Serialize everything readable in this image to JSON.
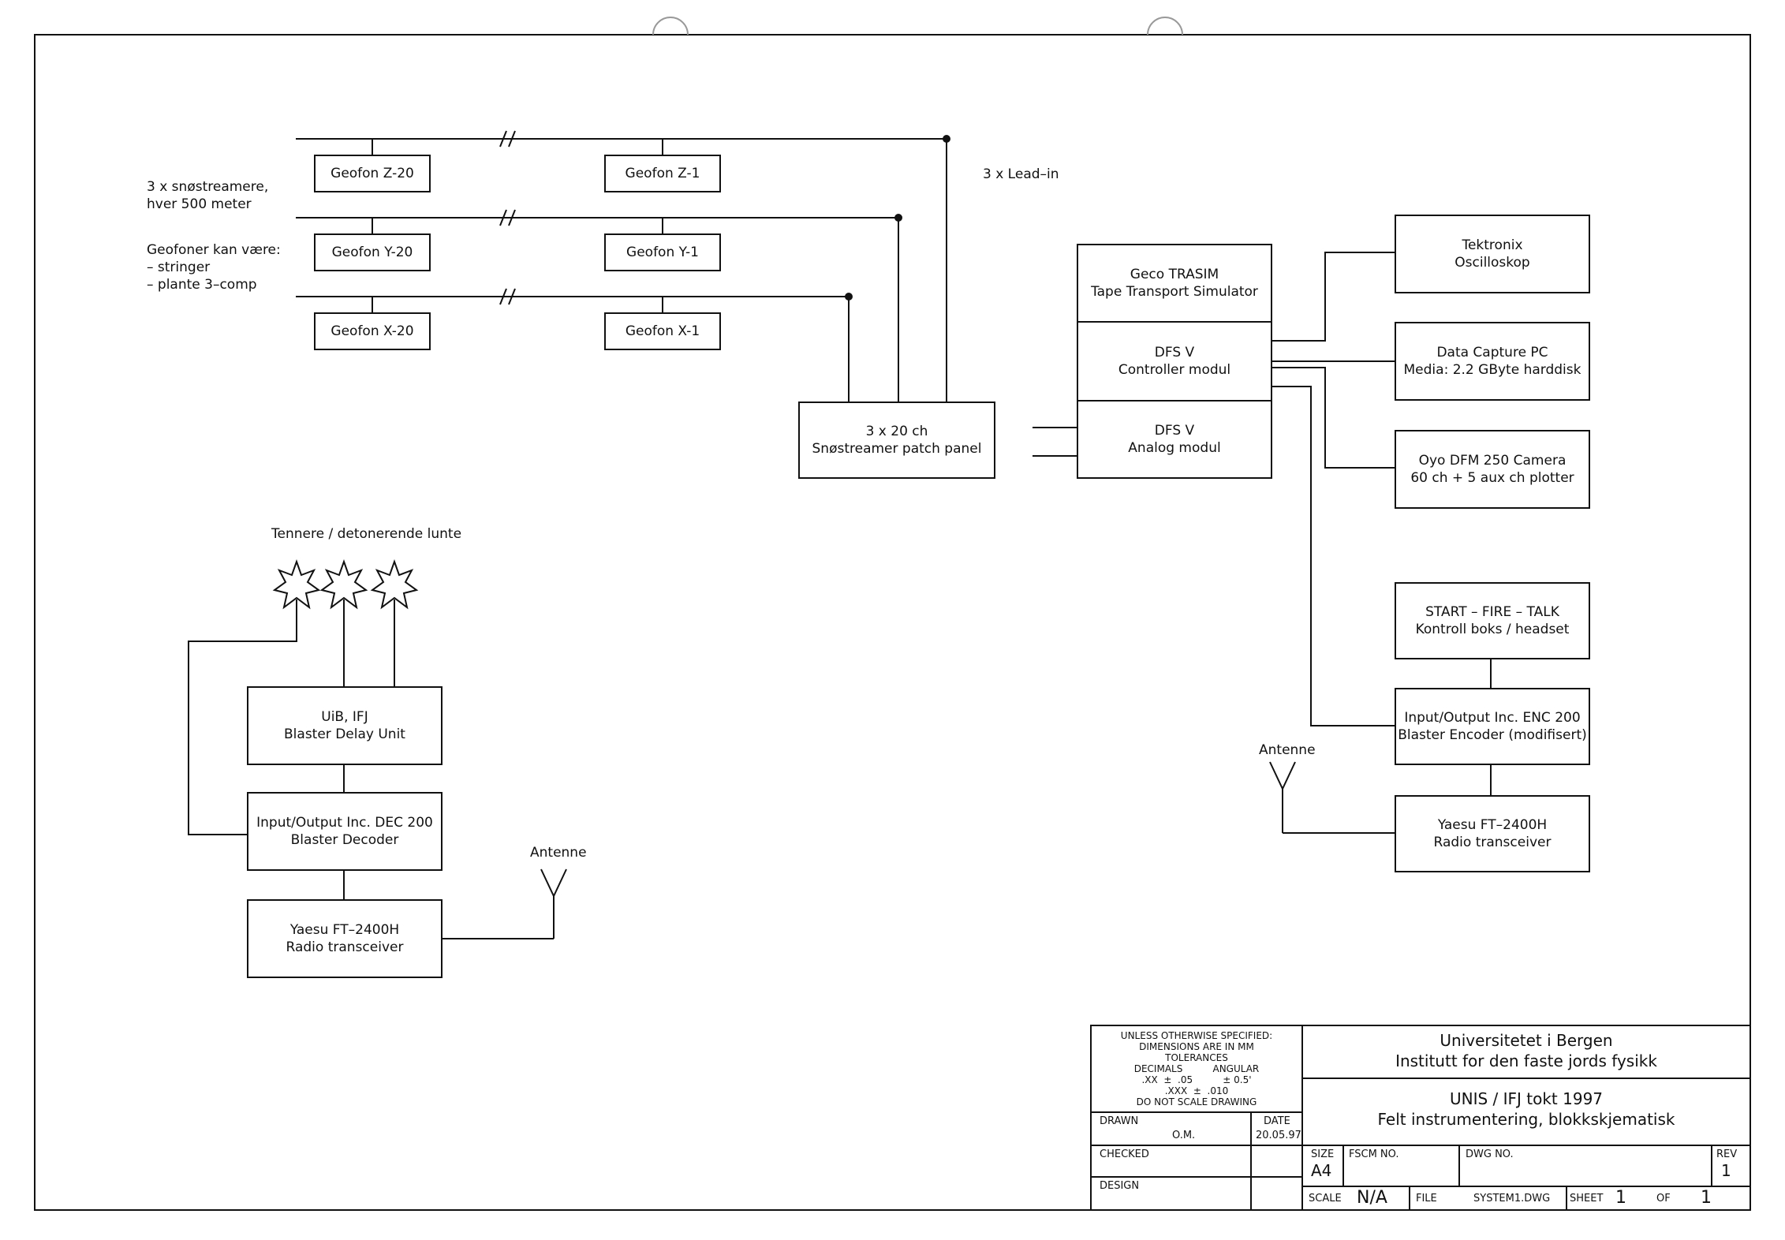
{
  "diagram": {
    "geophones": {
      "z20": "Geofon Z-20",
      "z1": "Geofon Z-1",
      "y20": "Geofon Y-20",
      "y1": "Geofon Y-1",
      "x20": "Geofon X-20",
      "x1": "Geofon X-1"
    },
    "notes": {
      "streamers_line1": "3 x snøstreamere,",
      "streamers_line2": "hver 500 meter",
      "geo_line1": "Geofoner kan være:",
      "geo_line2": "– stringer",
      "geo_line3": "– plante 3–comp",
      "leadin": "3 x Lead–in",
      "detonators": "Tennere / detonerende lunte",
      "antenna_left": "Antenne",
      "antenna_right": "Antenne"
    },
    "patch_panel": {
      "line1": "3 x 20 ch",
      "line2": "Snøstreamer patch panel"
    },
    "trasim": {
      "line1": "Geco TRASIM",
      "line2": "Tape Transport Simulator"
    },
    "controller": {
      "line1": "DFS V",
      "line2": "Controller modul"
    },
    "analog": {
      "line1": "DFS V",
      "line2": "Analog modul"
    },
    "tektronix": {
      "line1": "Tektronix",
      "line2": "Oscilloskop"
    },
    "datacapture": {
      "line1": "Data Capture PC",
      "line2": "Media: 2.2 GByte harddisk"
    },
    "oyo": {
      "line1": "Oyo DFM 250 Camera",
      "line2": "60 ch + 5 aux ch plotter"
    },
    "startfire": {
      "line1": "START  –  FIRE  –  TALK",
      "line2": "Kontroll boks / headset"
    },
    "encoder": {
      "line1": "Input/Output Inc. ENC 200",
      "line2": "Blaster Encoder (modifisert)"
    },
    "radio_right": {
      "line1": "Yaesu FT–2400H",
      "line2": "Radio transceiver"
    },
    "delay": {
      "line1": "UiB, IFJ",
      "line2": "Blaster Delay Unit"
    },
    "decoder": {
      "line1": "Input/Output Inc. DEC 200",
      "line2": "Blaster Decoder"
    },
    "radio_left": {
      "line1": "Yaesu FT–2400H",
      "line2": "Radio transceiver"
    }
  },
  "title_block": {
    "spec_lines": [
      "UNLESS OTHERWISE SPECIFIED:",
      "DIMENSIONS ARE IN MM",
      "TOLERANCES",
      "DECIMALS          ANGULAR",
      ".XX  ±  .05          ± 0.5'",
      ".XXX  ±  .010",
      "DO NOT SCALE DRAWING"
    ],
    "org_line1": "Universitetet i Bergen",
    "org_line2": "Institutt for den faste jords fysikk",
    "title_line1": "UNIS / IFJ tokt 1997",
    "title_line2": "Felt instrumentering, blokkskjematisk",
    "drawn_label": "DRAWN",
    "drawn_value": "O.M.",
    "date_label": "DATE",
    "date_value": "20.05.97",
    "checked_label": "CHECKED",
    "design_label": "DESIGN",
    "size_label": "SIZE",
    "size_value": "A4",
    "fscm_label": "FSCM NO.",
    "dwg_label": "DWG NO.",
    "rev_label": "REV",
    "rev_value": "1",
    "scale_label": "SCALE",
    "scale_value": "N/A",
    "file_label": "FILE",
    "file_value": "SYSTEM1.DWG",
    "sheet_label": "SHEET",
    "sheet_value": "1",
    "of_label": "OF",
    "of_value": "1"
  }
}
